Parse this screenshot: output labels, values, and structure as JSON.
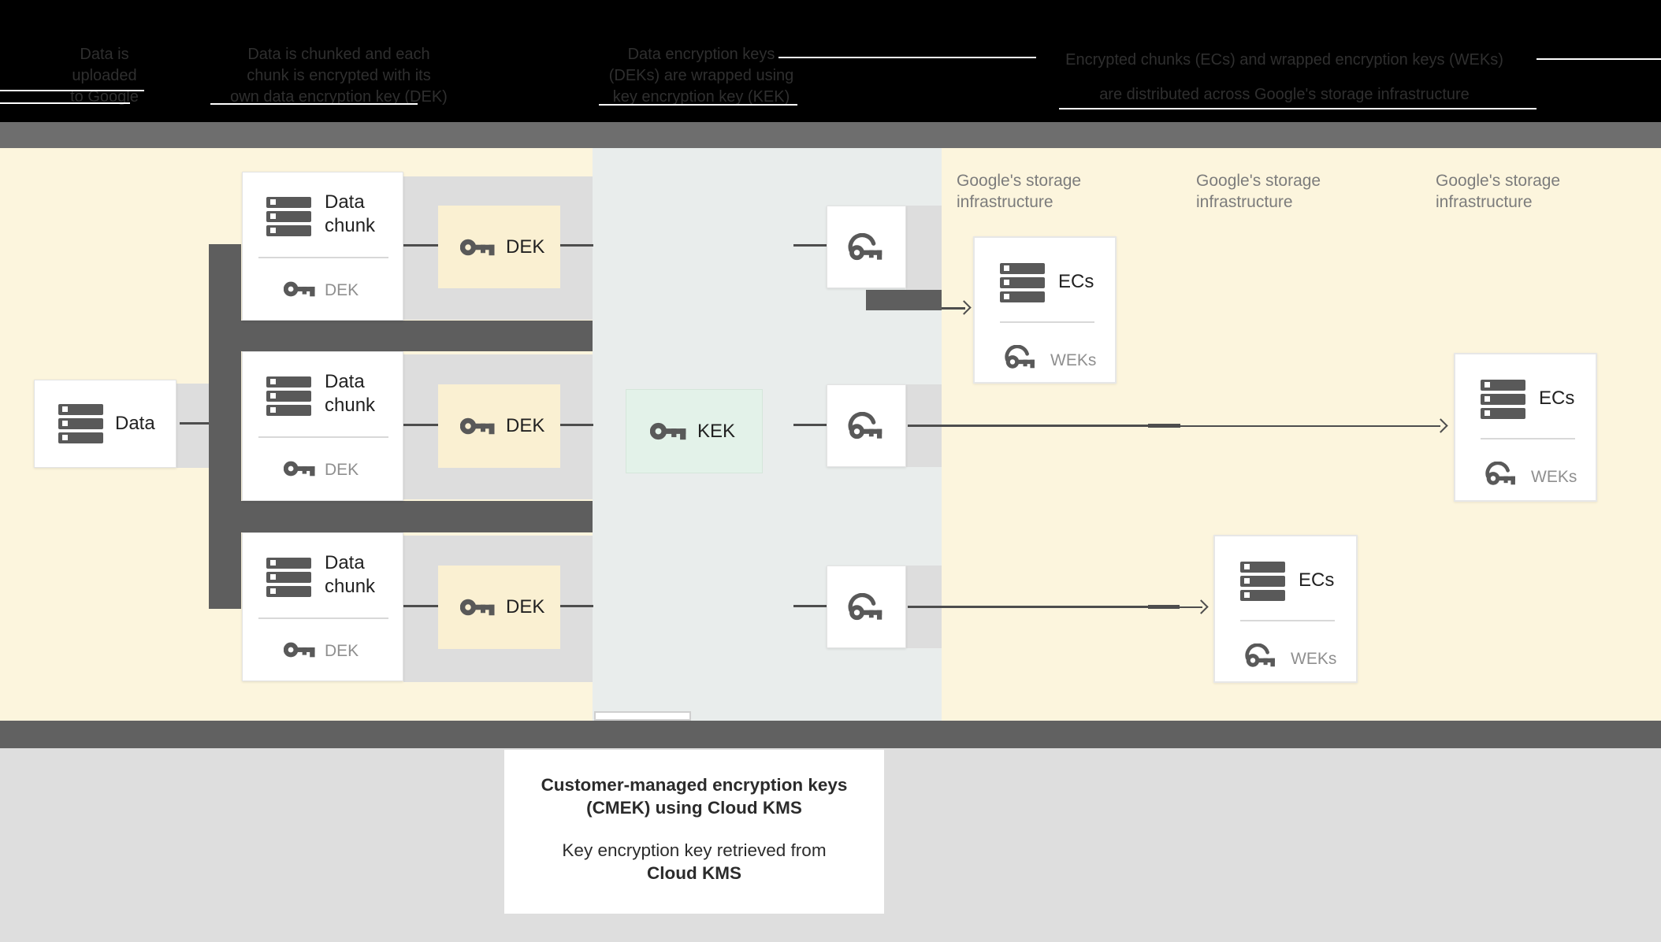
{
  "header": {
    "steps": [
      {
        "lines": [
          "Data is",
          "uploaded",
          "to Google"
        ]
      },
      {
        "lines": [
          "Data is chunked and each",
          "chunk is encrypted with its",
          "own data encryption key (DEK)"
        ]
      },
      {
        "lines": [
          "Data encryption keys",
          "(DEKs) are wrapped using",
          "key encryption key (KEK)"
        ]
      },
      {
        "lines": [
          "Encrypted chunks (ECs) and wrapped encryption keys (WEKs)",
          "are distributed across Google's storage infrastructure"
        ]
      }
    ]
  },
  "diagram": {
    "data_label": "Data",
    "chunk": {
      "line1": "Data",
      "line2": "chunk",
      "key_label": "DEK"
    },
    "dek_label": "DEK",
    "kek_label": "KEK",
    "storage": {
      "line1": "Google's storage",
      "line2": "infrastructure"
    },
    "ecs_label": "ECs",
    "weks_label": "WEKs"
  },
  "footer": {
    "title_line1": "Customer-managed encryption keys",
    "title_line2": "(CMEK) using Cloud KMS",
    "body_line1": "Key encryption key retrieved from",
    "body_line2": "Cloud KMS"
  },
  "colors": {
    "cream": "#fcf5dd",
    "mid": "#e9edec",
    "strip": "#dddddd",
    "dark": "#5e5e5e",
    "band-top": "#6e6e6e",
    "band-bottom": "#616161",
    "line": "#4d4d4d",
    "dek-fill": "#faf0d2",
    "kek-fill": "#e3f2e9",
    "icon": "#595959",
    "footer-bg": "#dedede"
  }
}
